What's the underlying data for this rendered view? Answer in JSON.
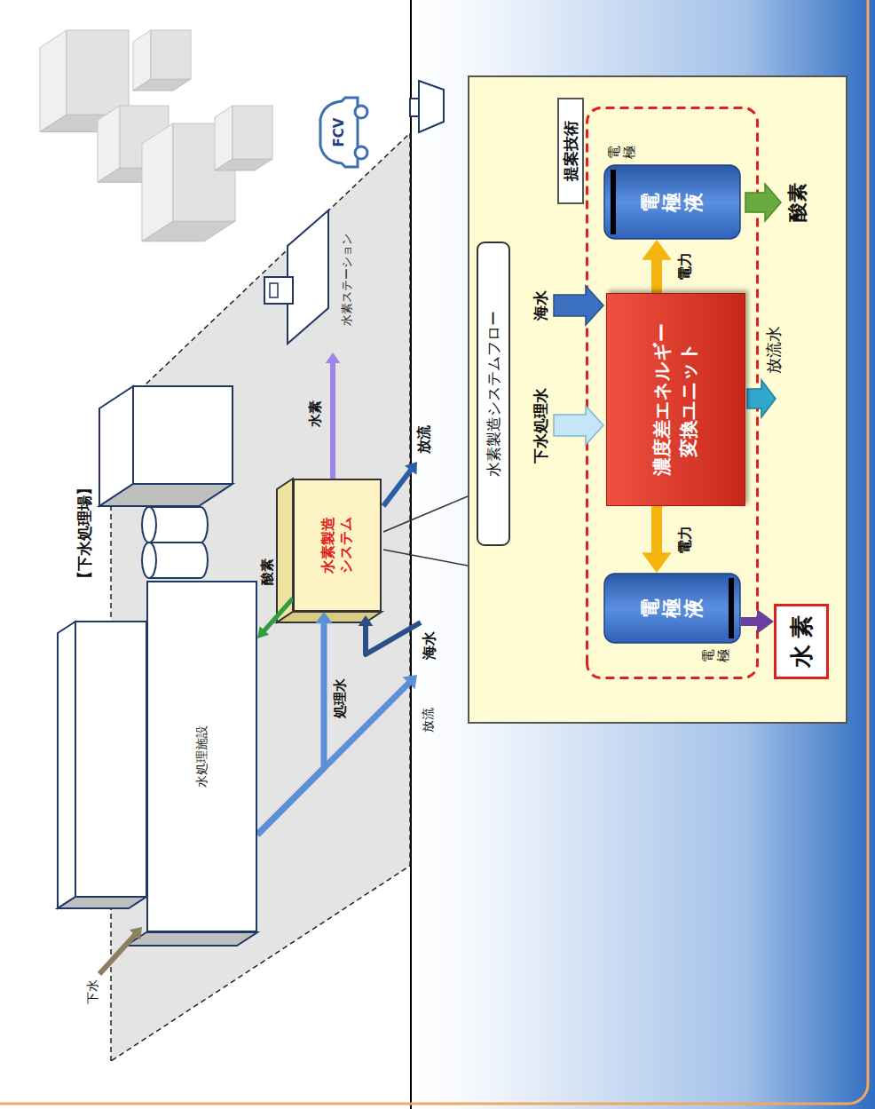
{
  "diagram": {
    "nodes": [
      {
        "text": [
          "【下水処理場】"
        ]
      },
      {
        "text": [
          "水処理施設"
        ],
        "in": 0
      },
      {
        "text": [
          "水素製造 システム"
        ],
        "in": 0
      },
      {
        "text": [
          "水素ステーション"
        ],
        "in": 0
      },
      {
        "text": [
          "FCV"
        ]
      },
      {
        "text": [
          "水素製造システムフロー"
        ]
      },
      {
        "text": [
          "提案技術"
        ],
        "in": 5
      },
      {
        "text": [
          "電極液"
        ],
        "in": 6
      },
      {
        "text": [
          "濃度差エネルギー 変換ユニット"
        ],
        "in": 6
      },
      {
        "text": [
          "電極液"
        ],
        "in": 6
      },
      {
        "text": [
          "水素"
        ],
        "in": 5
      }
    ],
    "edges": [
      {
        "from": 1,
        "to": 2,
        "label": "処理水",
        "arrow": "to"
      },
      {
        "from": 2,
        "to": 1,
        "label": "酸素",
        "arrow": "to"
      },
      {
        "from": 2,
        "to": 3,
        "label": "水素",
        "arrow": "to"
      },
      {
        "from": 8,
        "to": 7,
        "label": "電力",
        "arrow": "to"
      },
      {
        "from": 8,
        "to": 9,
        "label": "電力",
        "arrow": "to"
      },
      {
        "from": 7,
        "to": 10,
        "arrow": "to"
      }
    ],
    "labels": [
      "下水",
      "放流",
      "海水",
      "放流",
      "下水処理水",
      "海水",
      "放流水",
      "電極",
      "電極",
      "酸素"
    ]
  }
}
